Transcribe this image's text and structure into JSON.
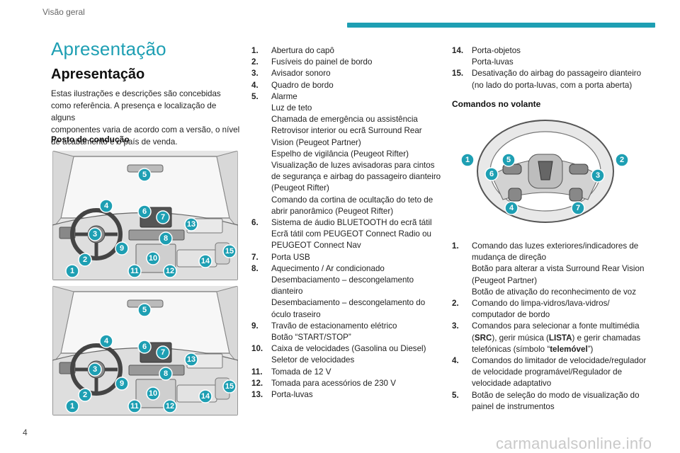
{
  "header": {
    "section": "Visão geral",
    "accent": "#1e9fb3"
  },
  "page": {
    "title": "Apresentação",
    "subtitle": "Apresentação",
    "number": "4"
  },
  "intro": [
    "Estas ilustrações e descrições são concebidas",
    "como referência. A presença e localização de alguns",
    "componentes varia de acordo com a versão, o nível",
    "de acabamento e o país de venda."
  ],
  "posto_heading": "Posto de condução",
  "dashboard_badges": [
    "1",
    "2",
    "3",
    "4",
    "5",
    "6",
    "7",
    "8",
    "9",
    "10",
    "11",
    "12",
    "13",
    "14",
    "15"
  ],
  "wheel_badges": [
    "1",
    "2",
    "3",
    "4",
    "5",
    "6",
    "7"
  ],
  "items_a": [
    {
      "num": "1.",
      "lines": [
        "Abertura do capô"
      ]
    },
    {
      "num": "2.",
      "lines": [
        "Fusíveis do painel de bordo"
      ]
    },
    {
      "num": "3.",
      "lines": [
        "Avisador sonoro"
      ]
    },
    {
      "num": "4.",
      "lines": [
        "Quadro de bordo"
      ]
    },
    {
      "num": "5.",
      "lines": [
        "Alarme",
        "Luz de teto",
        "Chamada de emergência ou assistência",
        "Retrovisor interior ou ecrã Surround Rear",
        "Vision (Peugeot Partner)",
        "Espelho de vigilância (Peugeot Rifter)",
        "Visualização de luzes avisadoras para cintos",
        "de segurança e airbag do passageiro dianteiro",
        "(Peugeot Rifter)",
        "Comando da cortina de ocultação do teto de",
        "abrir panorâmico (Peugeot Rifter)"
      ]
    },
    {
      "num": "6.",
      "lines": [
        "Sistema de áudio BLUETOOTH do ecrã tátil",
        "Ecrã tátil com PEUGEOT Connect Radio ou",
        "PEUGEOT Connect Nav"
      ]
    },
    {
      "num": "7.",
      "lines": [
        "Porta USB"
      ]
    },
    {
      "num": "8.",
      "lines": [
        "Aquecimento / Ar condicionado",
        "Desembaciamento – descongelamento",
        "dianteiro",
        "Desembaciamento – descongelamento do",
        "óculo traseiro"
      ]
    },
    {
      "num": "9.",
      "lines": [
        "Travão de estacionamento elétrico",
        "Botão “START/STOP”"
      ]
    },
    {
      "num": "10.",
      "lines": [
        "Caixa de velocidades (Gasolina ou Diesel)",
        "Seletor de velocidades"
      ]
    },
    {
      "num": "11.",
      "lines": [
        "Tomada de 12 V"
      ]
    },
    {
      "num": "12.",
      "lines": [
        "Tomada para acessórios de 230 V"
      ]
    },
    {
      "num": "13.",
      "lines": [
        "Porta-luvas"
      ]
    }
  ],
  "items_b": [
    {
      "num": "14.",
      "lines": [
        "Porta-objetos",
        "Porta-luvas"
      ]
    },
    {
      "num": "15.",
      "lines": [
        "Desativação do airbag do passageiro dianteiro",
        "(no lado do porta-luvas, com a porta aberta)"
      ]
    }
  ],
  "volante_heading": "Comandos no volante",
  "items_c": [
    {
      "num": "1.",
      "lines": [
        "Comando das luzes exteriores/indicadores de",
        "mudança de direção",
        "Botão para alterar a vista Surround Rear Vision",
        "(Peugeot Partner)",
        "Botão de ativação do reconhecimento de voz"
      ]
    },
    {
      "num": "2.",
      "lines": [
        "Comando do limpa-vidros/lava-vidros/",
        "computador de bordo"
      ]
    },
    {
      "num": "3.",
      "lines": [
        "Comandos para selecionar a fonte multimédia",
        "(%%SRC%%), gerir música (%%LISTA%%) e gerir chamadas",
        "telefónicas (símbolo “%%telemóvel%%”)"
      ]
    },
    {
      "num": "4.",
      "lines": [
        "Comandos do limitador de velocidade/regulador",
        "de velocidade programável/Regulador de",
        "velocidade adaptativo"
      ]
    },
    {
      "num": "5.",
      "lines": [
        "Botão de seleção do modo de visualização do",
        "painel de instrumentos"
      ]
    }
  ],
  "watermark": "carmanualsonline.info"
}
